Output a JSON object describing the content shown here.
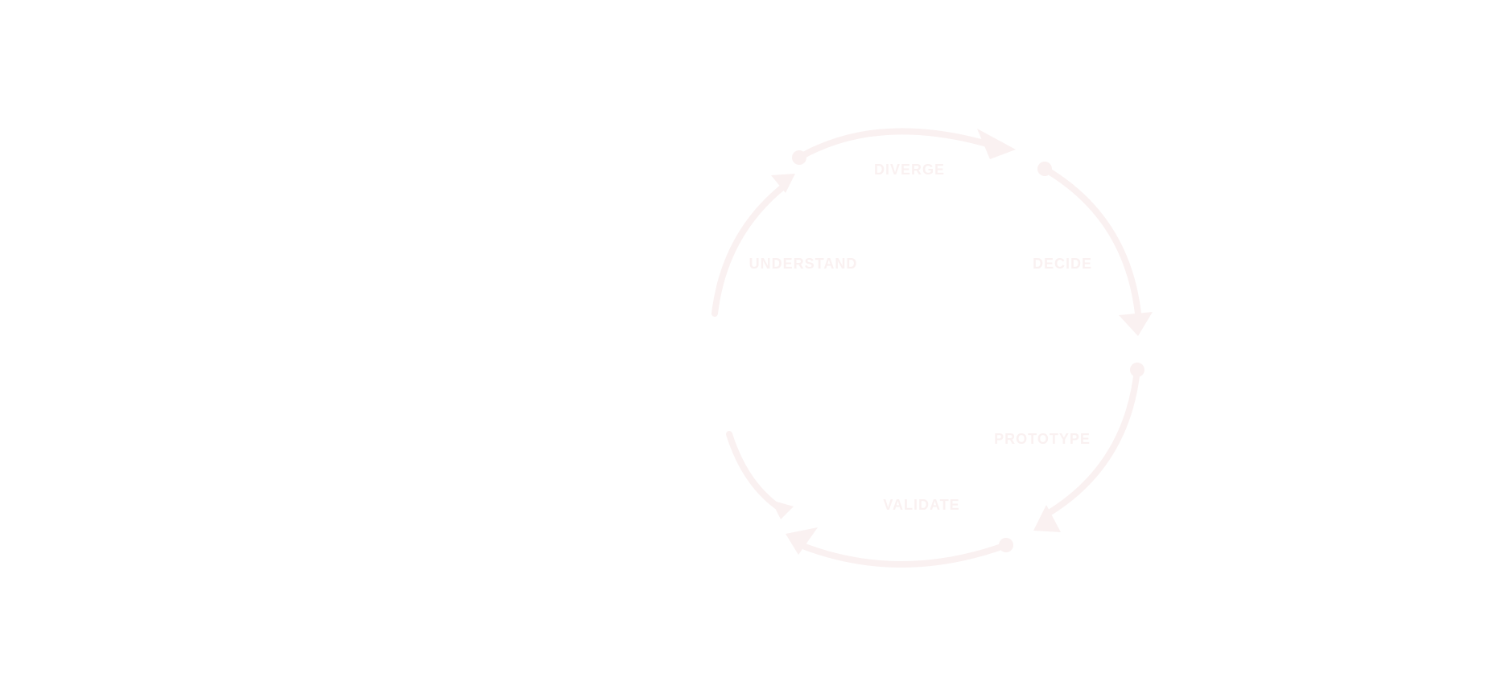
{
  "diagram": {
    "type": "cycle",
    "stages": [
      {
        "id": "diverge",
        "label": "DIVERGE"
      },
      {
        "id": "decide",
        "label": "DECIDE"
      },
      {
        "id": "prototype",
        "label": "PROTOTYPE"
      },
      {
        "id": "validate",
        "label": "VALIDATE"
      },
      {
        "id": "understand",
        "label": "UNDERSTAND"
      }
    ],
    "colors": {
      "background": "#ffffff",
      "stroke": "#faf1f1",
      "text": "#faf1f1"
    }
  }
}
